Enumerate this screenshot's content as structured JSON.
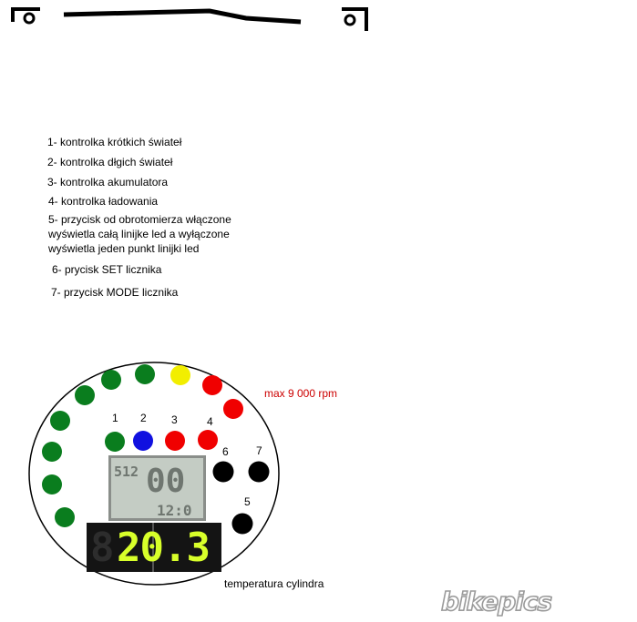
{
  "legend": [
    "1- kontrolka krótkich świateł",
    "2- kontrolka dłgich świateł",
    "3- kontrolka akumulatora",
    "4- kontrolka ładowania",
    "5- przycisk od obrotomierza włączone",
    "wyświetla całą linijke led a wyłączone",
    "wyświetla jeden punkt linijki led",
    "6- prycisk SET licznika",
    "7- przycisk MODE licznika"
  ],
  "rpm_label": "max 9 000 rpm",
  "temp_label": "temperatura cylindra",
  "indicator_numbers": [
    "1",
    "2",
    "3",
    "4",
    "5",
    "6",
    "7"
  ],
  "display_digits": "20.3",
  "lcd": {
    "top_left": "512",
    "main": "00",
    "bottom": "12:0"
  },
  "watermark": "bikepics",
  "colors": {
    "led_green": "#0a7d1e",
    "led_yellow": "#f2ee00",
    "led_red": "#f00000",
    "indicator_blue": "#1010e0",
    "button_black": "#000000",
    "seg_yellow": "#d8ff2a",
    "rpm_red": "#cc0000"
  }
}
